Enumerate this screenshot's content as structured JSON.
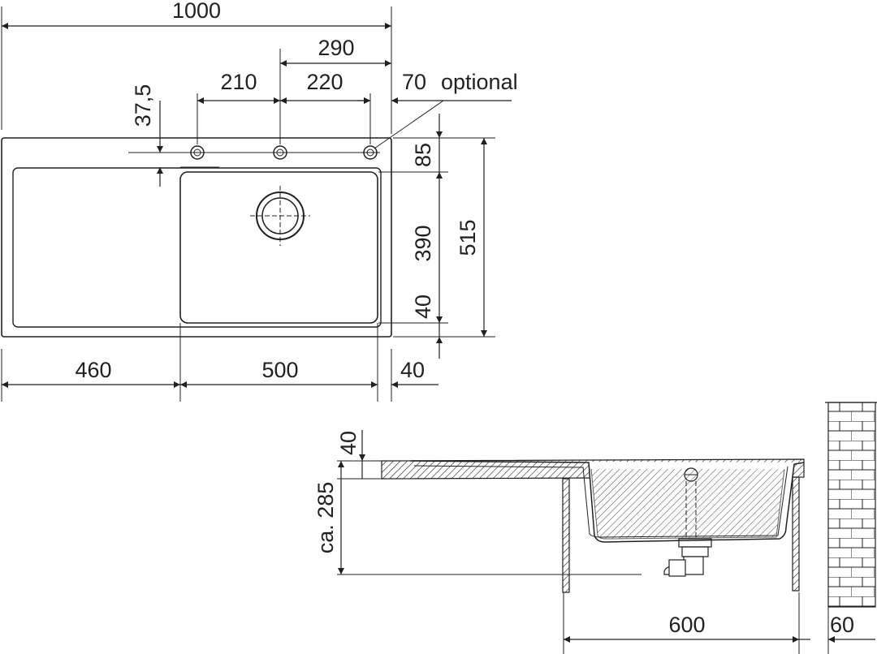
{
  "top_view": {
    "dimensions": {
      "overall_width": "1000",
      "tap_to_right_edge": "290",
      "hole_spacing_left": "210",
      "hole_spacing_right": "220",
      "optional_hole_offset": "70",
      "optional_label": "optional",
      "hole_from_bowl_edge": "37,5",
      "hole_row_depth": "85",
      "bowl_depth": "390",
      "front_rim": "40",
      "overall_depth": "515",
      "drainer_width": "460",
      "bowl_width": "500",
      "right_rim": "40"
    }
  },
  "side_view": {
    "dimensions": {
      "rim_thickness": "40",
      "depth_approx": "ca. 285",
      "cabinet_width": "600",
      "wall_gap": "60"
    }
  },
  "colors": {
    "line": "#231f20",
    "background": "#ffffff"
  }
}
